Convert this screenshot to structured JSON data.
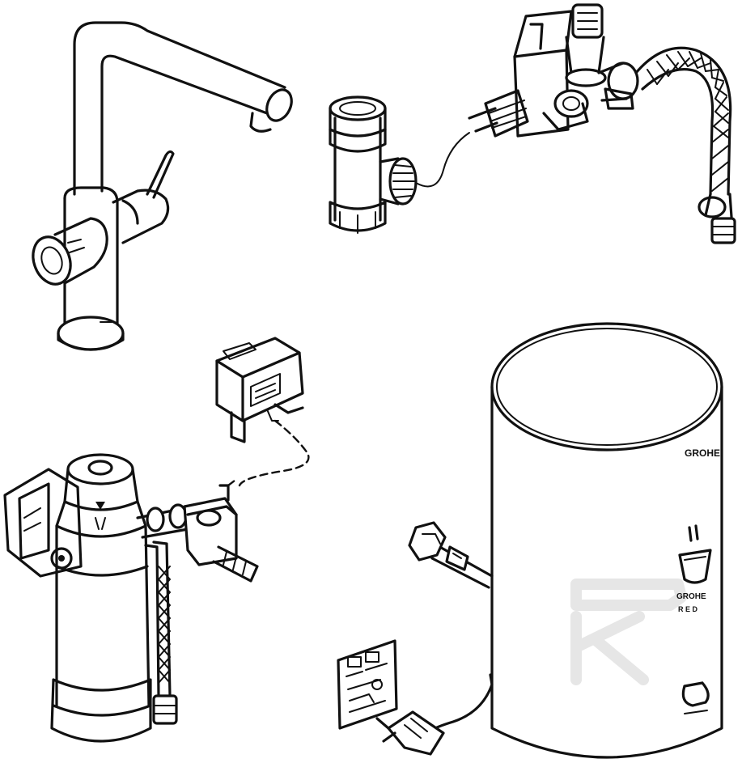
{
  "parts": {
    "faucet": {
      "name": "kitchen-faucet"
    },
    "tee_fitting": {
      "name": "tee-connector"
    },
    "valve_assembly": {
      "name": "safety-valve-group"
    },
    "control_box": {
      "name": "electronic-control-unit"
    },
    "filter_unit": {
      "name": "water-filter"
    },
    "boiler": {
      "name": "water-boiler",
      "brand_label": "GROHE",
      "panel_label": "GROHE",
      "panel_letters": "R  E  D"
    },
    "power_plug": {
      "name": "power-plug"
    },
    "instruction_card": {
      "name": "instruction-card"
    }
  },
  "watermark": {
    "glyph": "K"
  },
  "colors": {
    "line": "#111111",
    "background": "#ffffff",
    "watermark": "#e6e6e6"
  }
}
